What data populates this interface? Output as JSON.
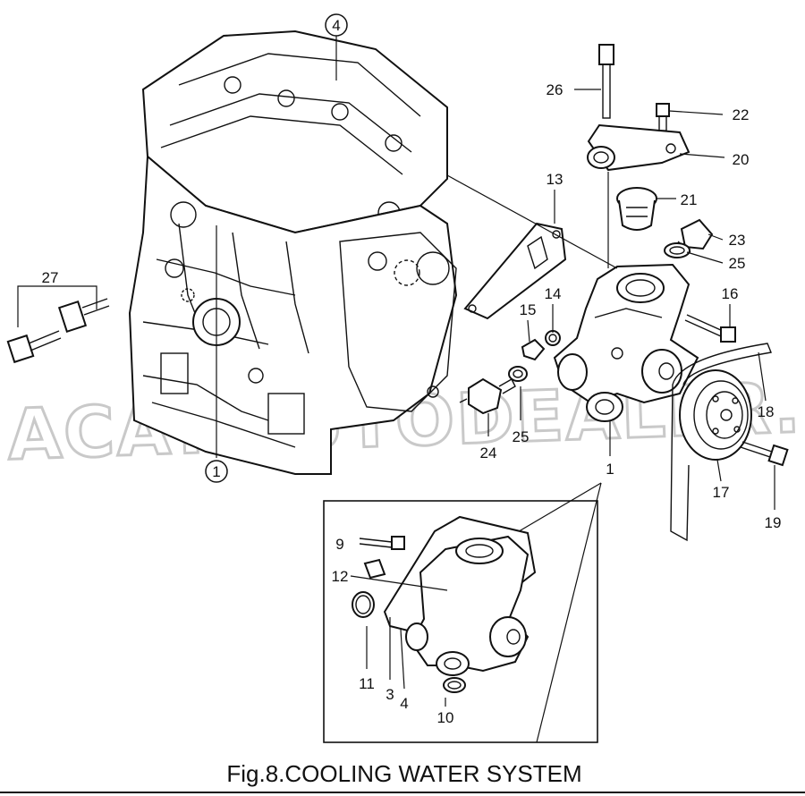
{
  "caption": "Fig.8.COOLING WATER SYSTEM",
  "watermark": "ACAT.AUTODEALER.RU",
  "circled_callouts": [
    "4",
    "1"
  ],
  "callouts": [
    "26",
    "22",
    "20",
    "21",
    "13",
    "23",
    "25",
    "16",
    "14",
    "15",
    "27",
    "24",
    "25",
    "18",
    "1",
    "17",
    "19",
    "9",
    "12",
    "11",
    "3",
    "4",
    "10"
  ]
}
